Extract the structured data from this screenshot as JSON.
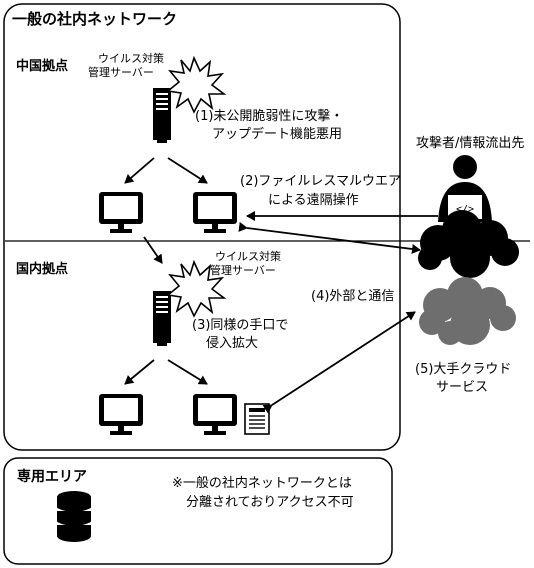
{
  "general_network": {
    "title": "一般の社内ネットワーク",
    "china_base": {
      "label": "中国拠点",
      "server_label_line1": "ウイルス対策",
      "server_label_line2": "管理サーバー",
      "step1_line1": "(1)未公開脆弱性に攻撃・",
      "step1_line2": "アップデート機能悪用",
      "step2_line1": "(2)ファイルレスマルウエア",
      "step2_line2": "による遠隔操作"
    },
    "domestic_base": {
      "label": "国内拠点",
      "server_label_line1": "ウイルス対策",
      "server_label_line2": "管理サーバー",
      "step3_line1": "(3)同様の手口で",
      "step3_line2": "侵入拡大"
    }
  },
  "external": {
    "attacker_label": "攻撃者/情報流出先",
    "step4": "(4)外部と通信",
    "step5_line1": "(5)大手クラウド",
    "step5_line2": "サービス"
  },
  "dedicated_area": {
    "title": "専用エリア",
    "note_line1": "※一般の社内ネットワークとは",
    "note_line2": "分離されておりアクセス不可"
  },
  "icons": [
    "server-icon",
    "monitor-icon",
    "explosion-icon",
    "hacker-icon",
    "cloud-icon",
    "document-icon",
    "database-icon"
  ]
}
